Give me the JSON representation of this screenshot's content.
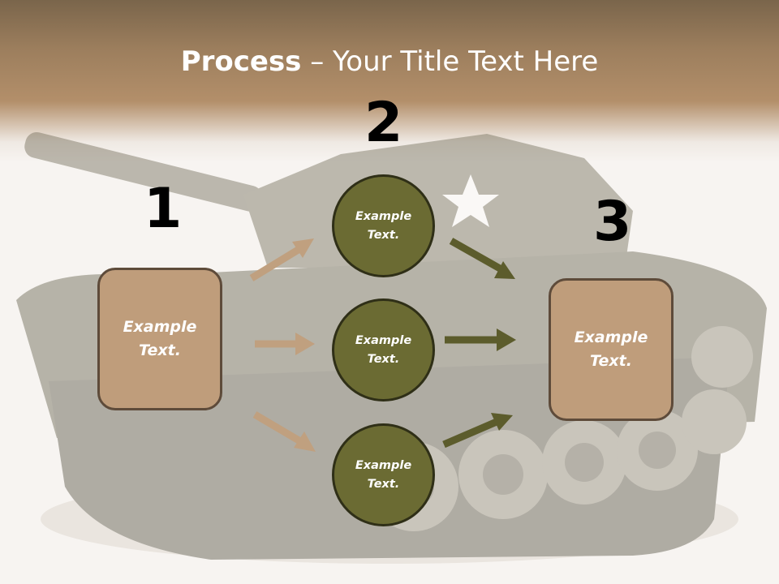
{
  "title": {
    "bold": "Process",
    "rest": " – Your Title Text Here"
  },
  "steps": {
    "one": "1",
    "two": "2",
    "three": "3"
  },
  "left_box": "Example Text.",
  "right_box": "Example Text.",
  "circles": [
    "Example Text.",
    "Example Text.",
    "Example Text."
  ],
  "colors": {
    "tan_arrow": "#c0a07f",
    "olive_arrow": "#5c5c2c",
    "box_fill": "#bf9d7b",
    "circle_fill": "#6b6b33"
  }
}
